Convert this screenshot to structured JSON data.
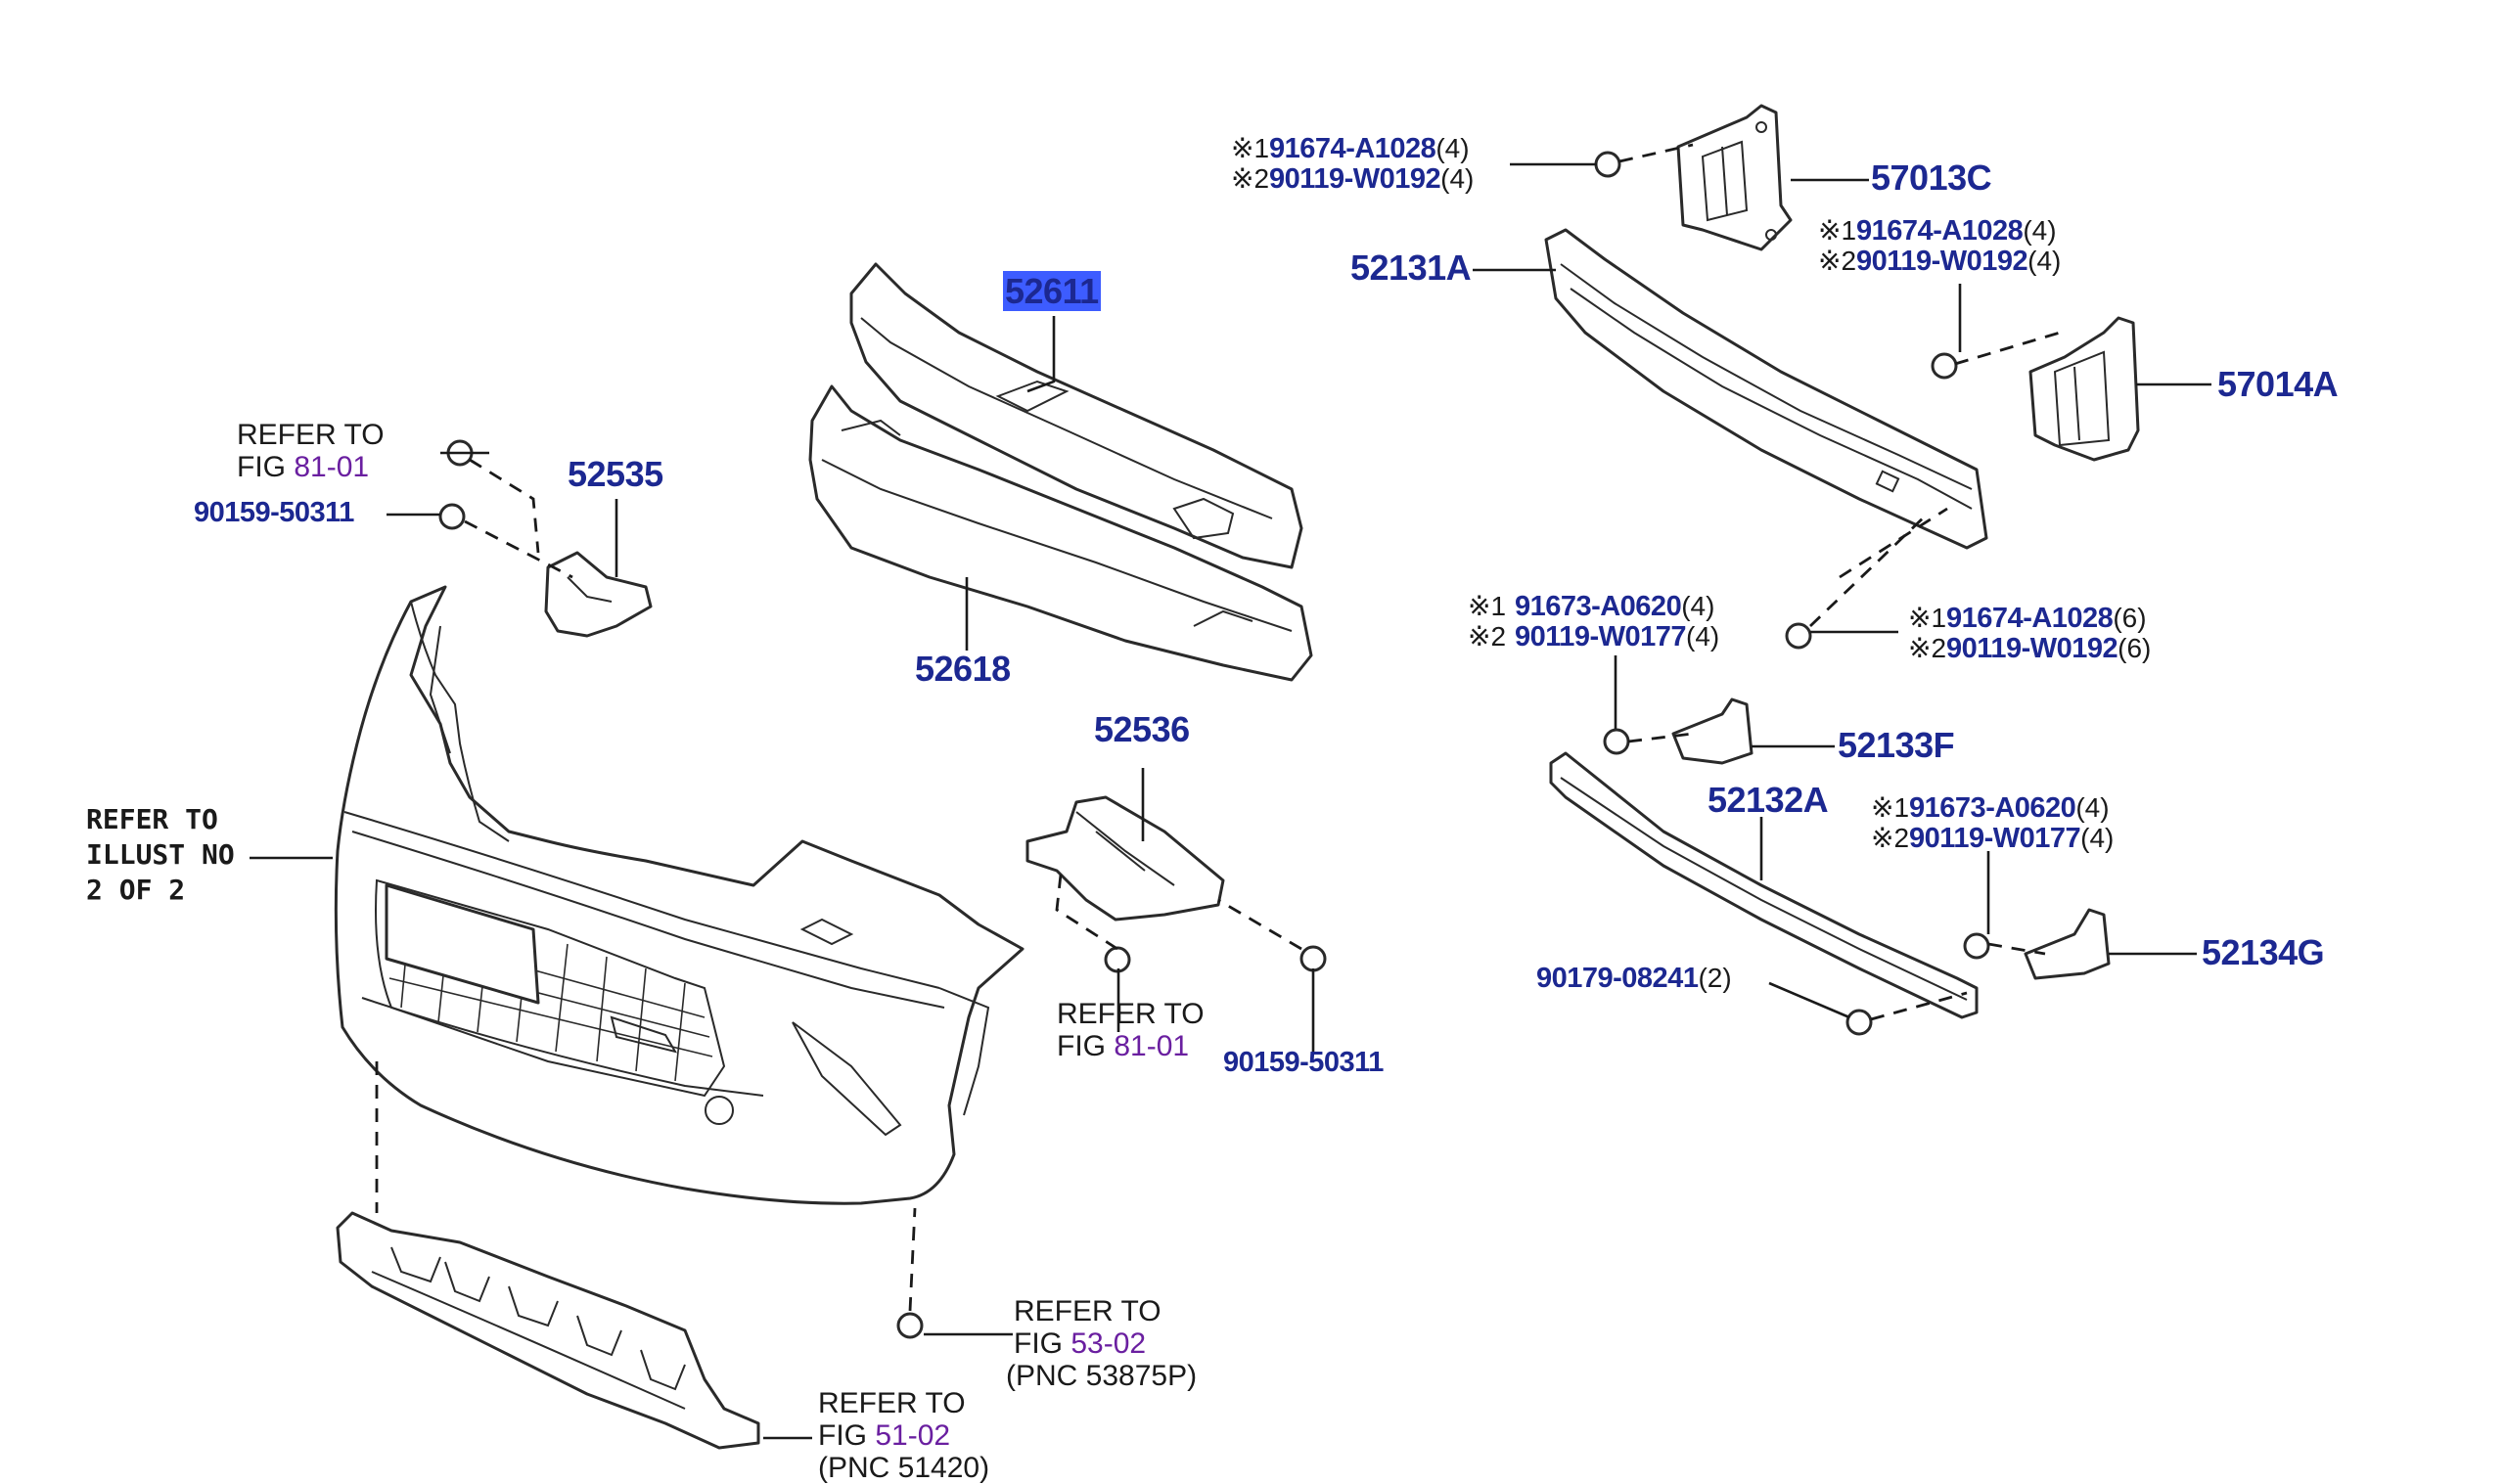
{
  "labels": {
    "p57013c": "57013C",
    "p57014a": "57014A",
    "p52131a": "52131A",
    "p52611": "52611",
    "p52618": "52618",
    "p52535": "52535",
    "p52536": "52536",
    "p52133f": "52133F",
    "p52132a": "52132A",
    "p52134g": "52134G"
  },
  "callouts": {
    "bolt_top": {
      "l1_mark": "※1",
      "l1_pn": "91674-A1028",
      "l1_qty": "(4)",
      "l2_mark": "※2",
      "l2_pn": "90119-W0192",
      "l2_qty": "(4)"
    },
    "bolt_right": {
      "l1_mark": "※1",
      "l1_pn": "91674-A1028",
      "l1_qty": "(4)",
      "l2_mark": "※2",
      "l2_pn": "90119-W0192",
      "l2_qty": "(4)"
    },
    "bolt_mid_left": {
      "l1_mark": "※1",
      "l1_pn": "91673-A0620",
      "l1_qty": "(4)",
      "l2_mark": "※2",
      "l2_pn": "90119-W0177",
      "l2_qty": "(4)"
    },
    "bolt_mid_right": {
      "l1_mark": "※1",
      "l1_pn": "91674-A1028",
      "l1_qty": "(6)",
      "l2_mark": "※2",
      "l2_pn": "90119-W0192",
      "l2_qty": "(6)"
    },
    "bolt_lower": {
      "l1_mark": "※1",
      "l1_pn": "91673-A0620",
      "l1_qty": "(4)",
      "l2_mark": "※2",
      "l2_pn": "90119-W0177",
      "l2_qty": "(4)"
    },
    "nut_lower": {
      "pn": "90179-08241",
      "qty": "(2)"
    }
  },
  "clips": {
    "left_clip": "90159-50311",
    "right_clip": "90159-50311"
  },
  "refs": {
    "ref_8101_left": {
      "line1": "REFER TO",
      "fig_word": "FIG",
      "fig_num": "81-01"
    },
    "ref_8101_mid": {
      "line1": "REFER TO",
      "fig_word": "FIG",
      "fig_num": "81-01"
    },
    "ref_5302": {
      "line1": "REFER TO",
      "fig_word": "FIG",
      "fig_num": "53-02",
      "pnc": "(PNC 53875P)"
    },
    "ref_5102": {
      "line1": "REFER TO",
      "fig_word": "FIG",
      "fig_num": "51-02",
      "pnc": "(PNC 51420)"
    },
    "illust": {
      "line1": "REFER TO",
      "line2": "ILLUST NO",
      "line3": "2 OF 2"
    }
  },
  "colors": {
    "pnc_text": "#1c2891",
    "fig_text": "#6a1fa0",
    "highlight": "#3d5cff",
    "line": "#2a2a2a"
  }
}
